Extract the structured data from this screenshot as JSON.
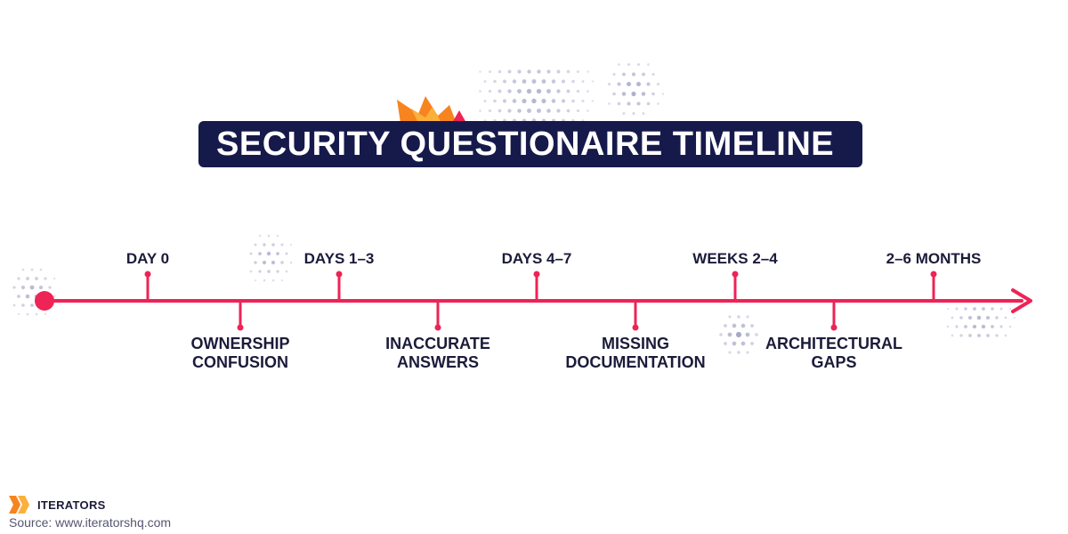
{
  "title": "SECURITY QUESTIONAIRE TIMELINE",
  "colors": {
    "title_bg": "#161a4b",
    "timeline": "#ee2356",
    "text": "#1b1b3a",
    "flame_orange": "#f7841e",
    "dots": "#9a9cc2"
  },
  "milestones": [
    {
      "label": "DAY 0"
    },
    {
      "label": "DAYS 1–3"
    },
    {
      "label": "DAYS 4–7"
    },
    {
      "label": "WEEKS 2–4"
    },
    {
      "label": "2–6 MONTHS"
    }
  ],
  "issues": [
    {
      "line1": "OWNERSHIP",
      "line2": "CONFUSION"
    },
    {
      "line1": "INACCURATE",
      "line2": "ANSWERS"
    },
    {
      "line1": "MISSING",
      "line2": "DOCUMENTATION"
    },
    {
      "line1": "ARCHITECTURAL",
      "line2": "GAPS"
    }
  ],
  "brand": {
    "name": "ITERATORS",
    "logo_icon": "iterators-logo-icon"
  },
  "source": "Source: www.iteratorshq.com"
}
